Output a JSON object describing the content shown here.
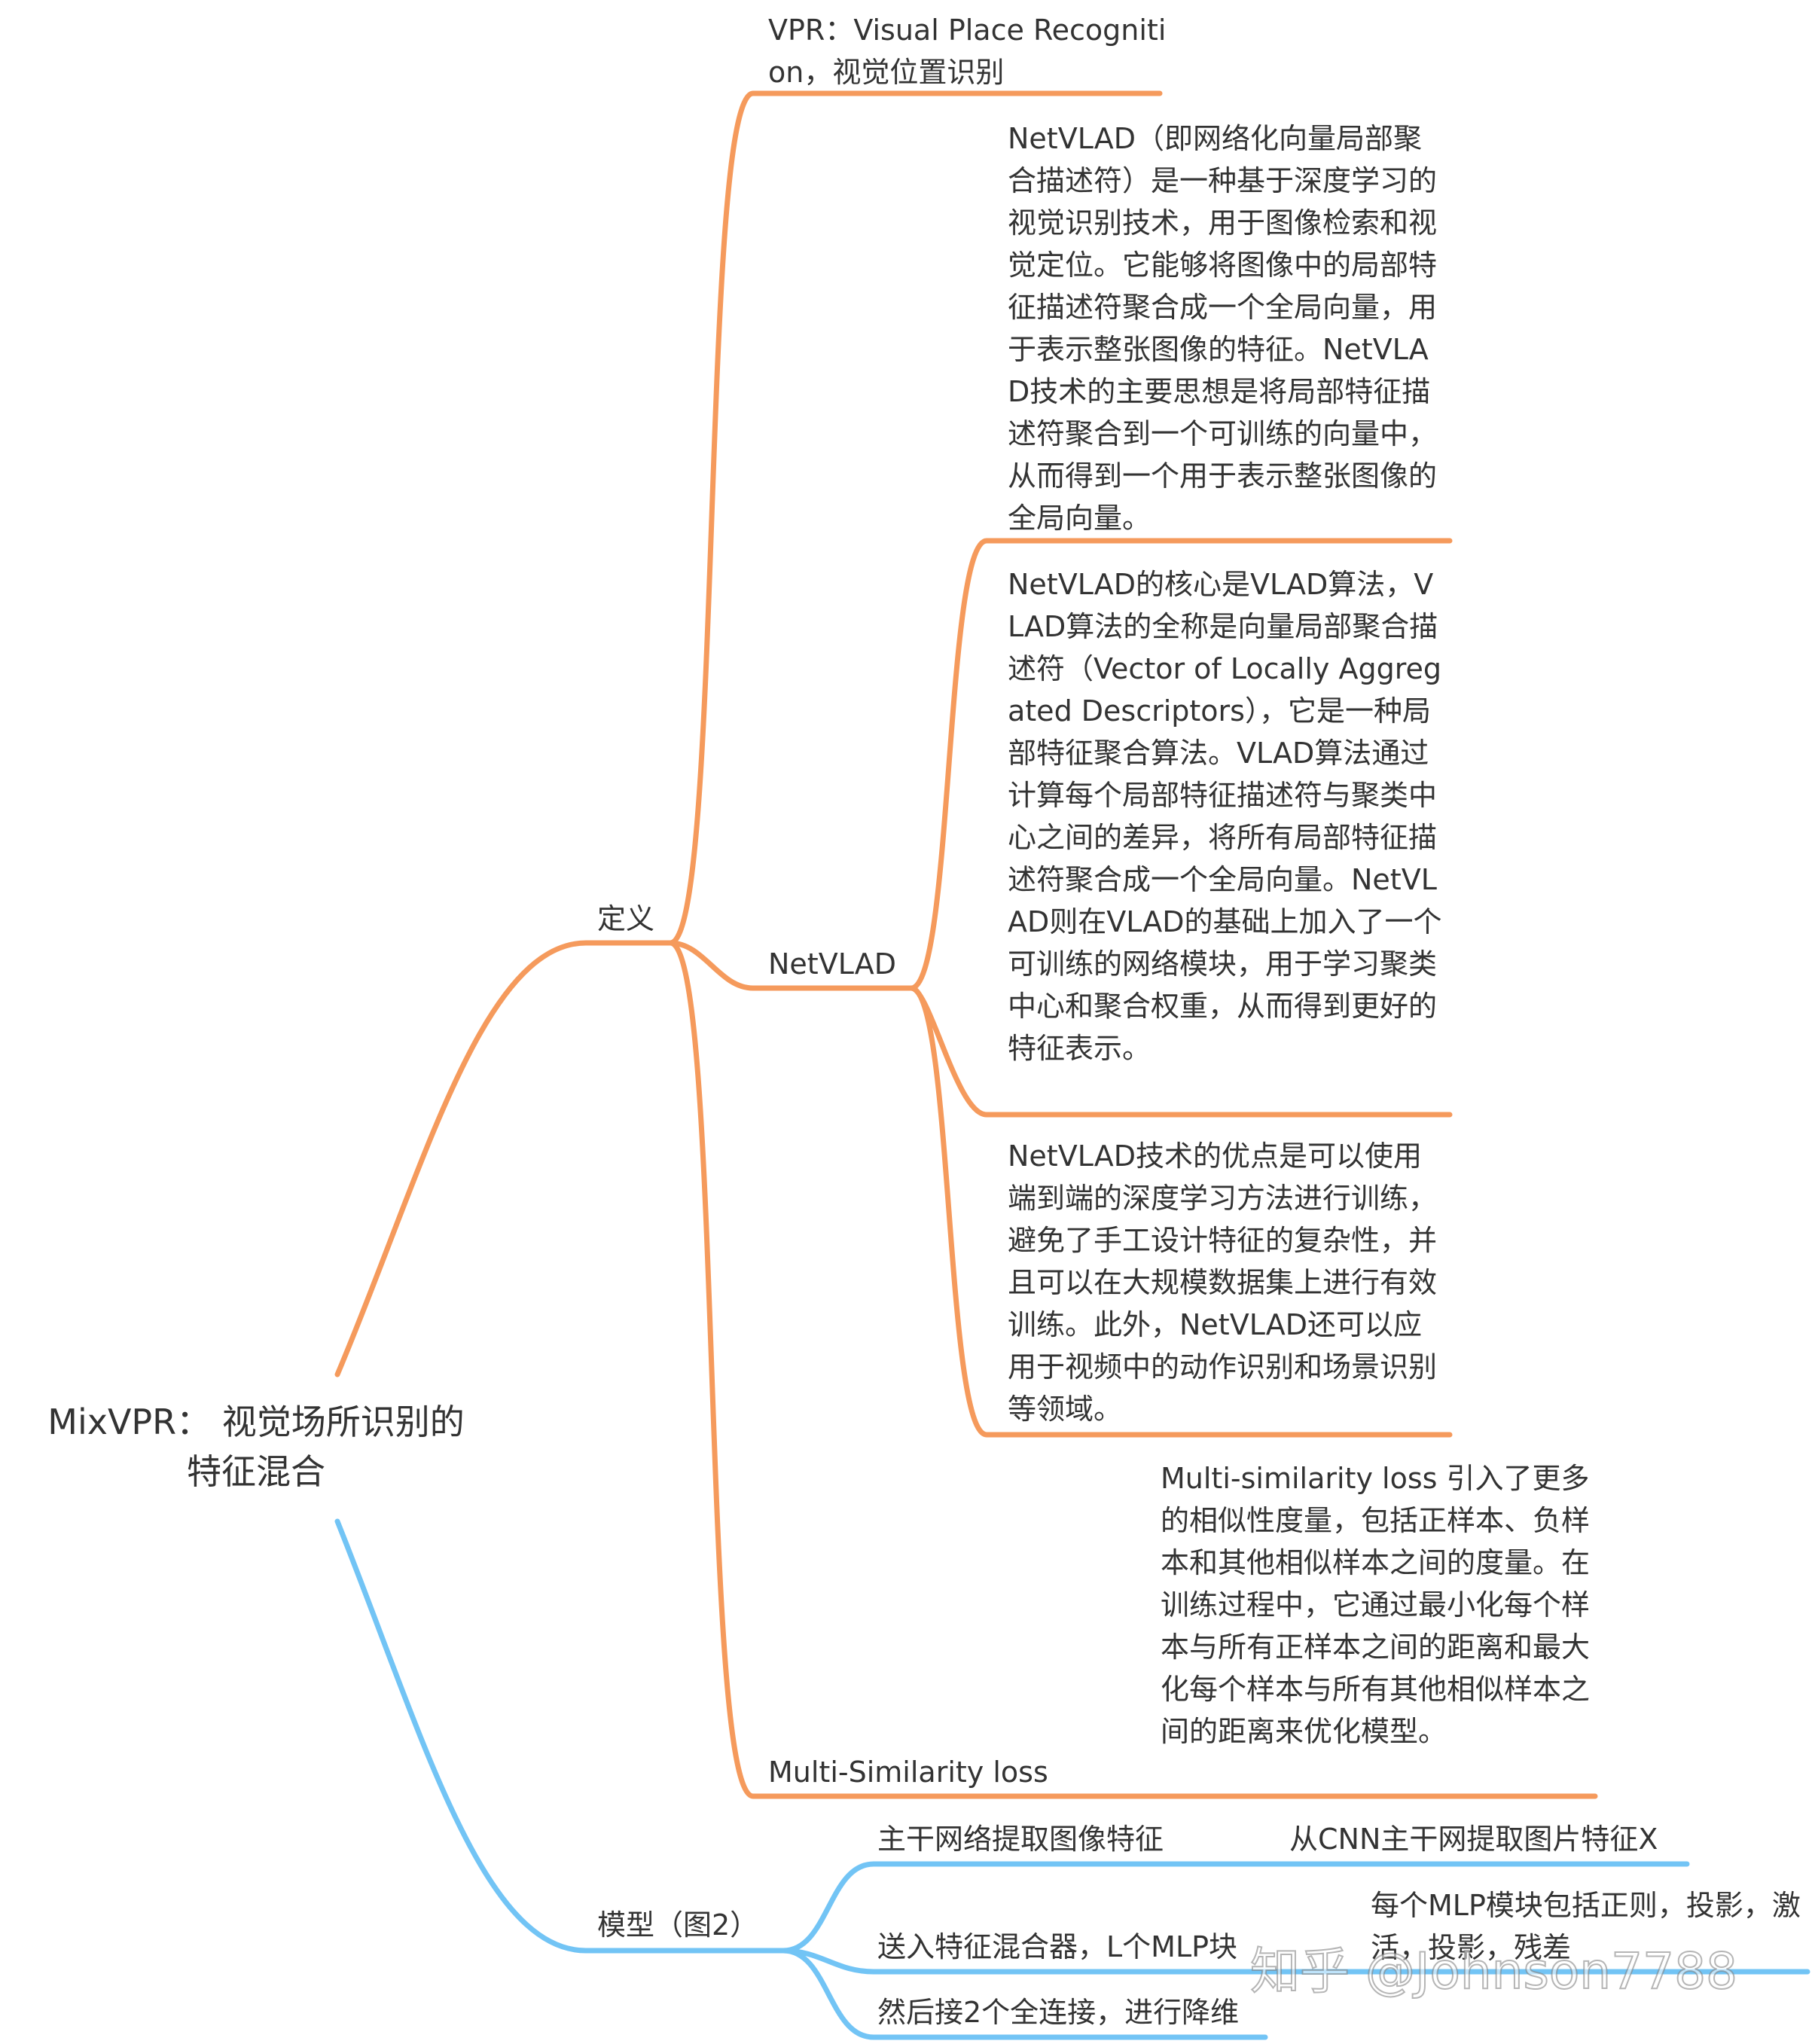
{
  "colors": {
    "branch_definition": "#F59A5C",
    "branch_model": "#72C4F5",
    "text": "#333333"
  },
  "root": {
    "line1": "MixVPR： 视觉场所识别的",
    "line2": "特征混合"
  },
  "definition": {
    "label": "定义",
    "vpr": "VPR：Visual Place Recognition，视觉位置识别",
    "netvlad": {
      "label": "NetVLAD",
      "desc1": "NetVLAD（即网络化向量局部聚合描述符）是一种基于深度学习的视觉识别技术，用于图像检索和视觉定位。它能够将图像中的局部特征描述符聚合成一个全局向量，用于表示整张图像的特征。NetVLAD技术的主要思想是将局部特征描述符聚合到一个可训练的向量中，从而得到一个用于表示整张图像的全局向量。",
      "desc2": "NetVLAD的核心是VLAD算法，VLAD算法的全称是向量局部聚合描述符（Vector of Locally Aggregated Descriptors），它是一种局部特征聚合算法。VLAD算法通过计算每个局部特征描述符与聚类中心之间的差异，将所有局部特征描述符聚合成一个全局向量。NetVLAD则在VLAD的基础上加入了一个可训练的网络模块，用于学习聚类中心和聚合权重，从而得到更好的特征表示。",
      "desc3": "NetVLAD技术的优点是可以使用端到端的深度学习方法进行训练，避免了手工设计特征的复杂性，并且可以在大规模数据集上进行有效训练。此外，NetVLAD还可以应用于视频中的动作识别和场景识别等领域。"
    },
    "msloss": {
      "label": "Multi-Similarity loss",
      "desc": "Multi-similarity loss 引入了更多的相似性度量，包括正样本、负样本和其他相似样本之间的度量。在训练过程中，它通过最小化每个样本与所有正样本之间的距离和最大化每个样本与所有其他相似样本之间的距离来优化模型。"
    }
  },
  "model": {
    "label": "模型（图2）",
    "backbone": {
      "label": "主干网络提取图像特征",
      "desc": "从CNN主干网提取图片特征X"
    },
    "mixer": {
      "label": "送入特征混合器，L个MLP块",
      "desc": "每个MLP模块包括正则，投影，激活，投影，残差"
    },
    "fc": {
      "label": "然后接2个全连接，进行降维"
    }
  },
  "watermark": "知乎 @Johnson7788"
}
